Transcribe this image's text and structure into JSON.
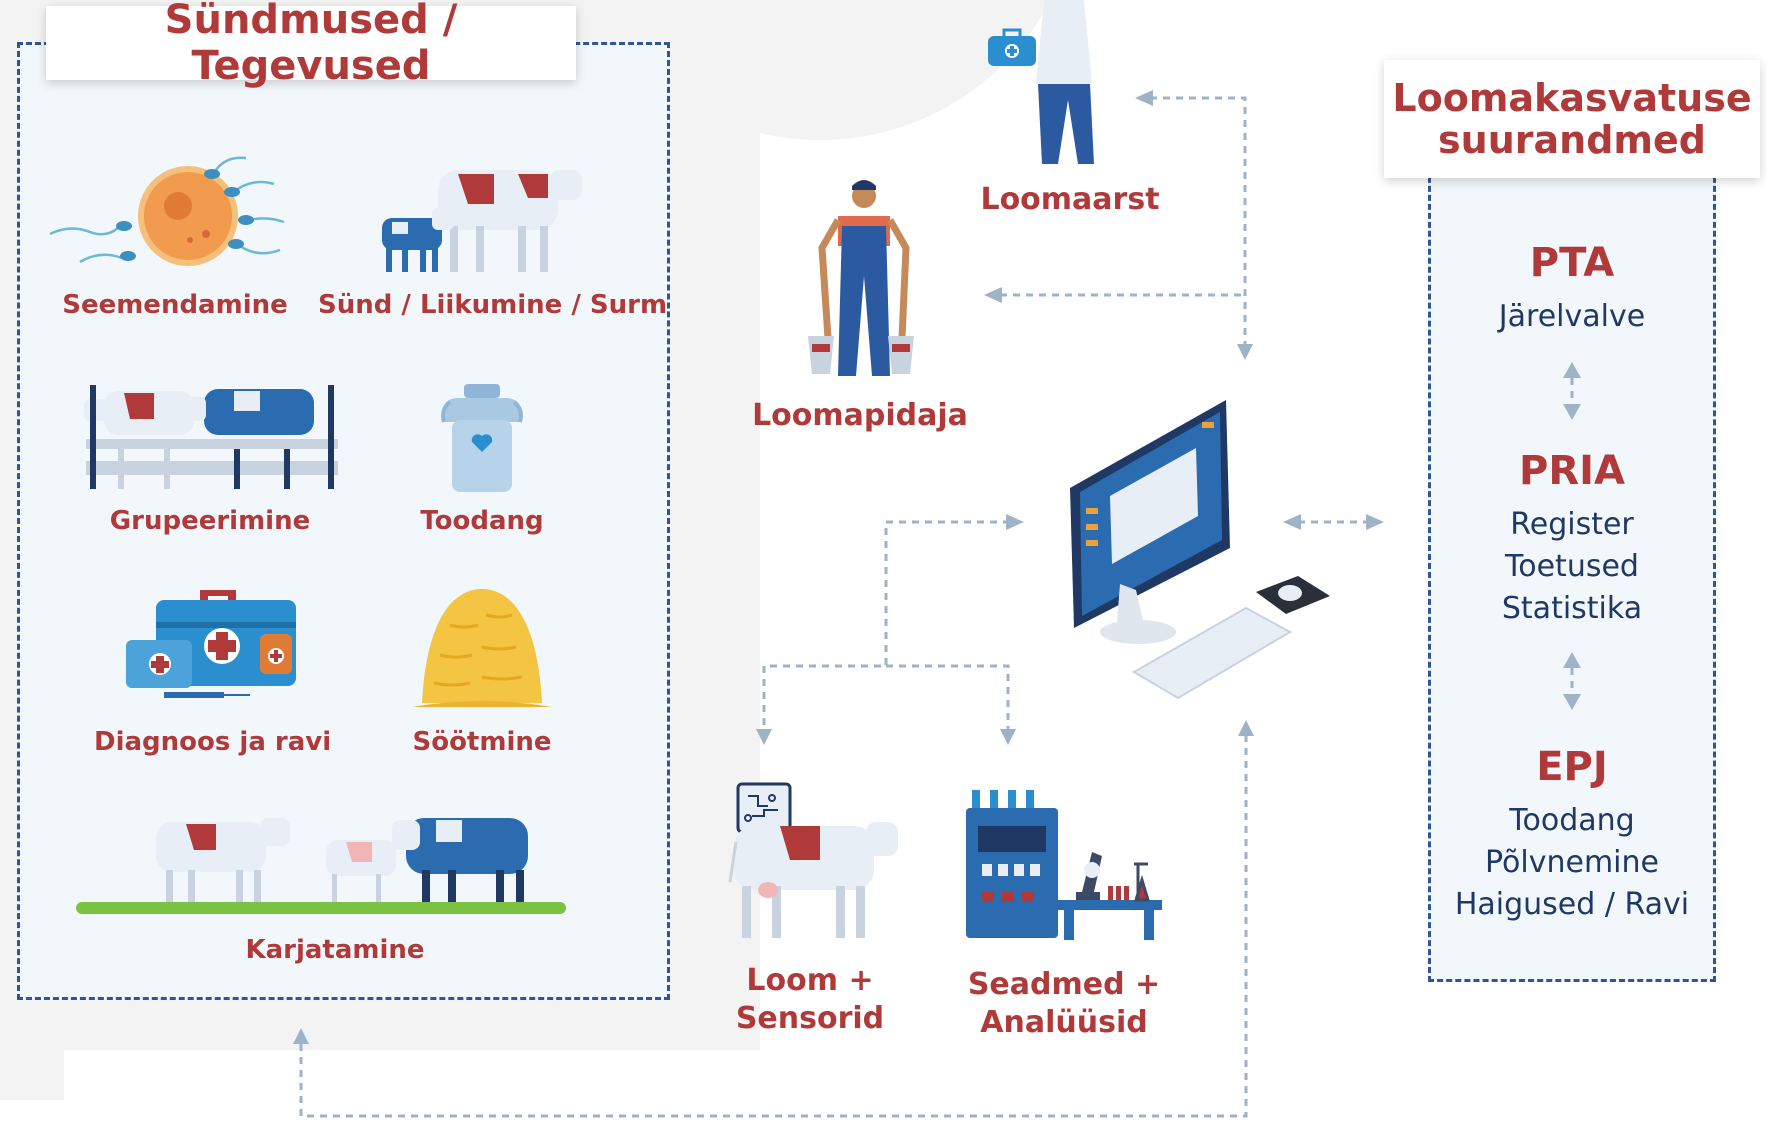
{
  "left_panel": {
    "title": "Sündmused / Tegevused",
    "items": [
      {
        "label": "Seemendamine",
        "icon": "fertilization-icon"
      },
      {
        "label": "Sünd / Liikumine / Surm",
        "icon": "cow-calf-icon"
      },
      {
        "label": "Grupeerimine",
        "icon": "cow-pen-icon"
      },
      {
        "label": "Toodang",
        "icon": "milk-can-icon"
      },
      {
        "label": "Diagnoos ja ravi",
        "icon": "medical-kit-icon"
      },
      {
        "label": "Söötmine",
        "icon": "hay-pile-icon"
      },
      {
        "label": "Karjatamine",
        "icon": "grazing-cows-icon"
      }
    ]
  },
  "center": {
    "vet": {
      "label": "Loomaarst",
      "icon": "veterinarian-icon"
    },
    "farmer": {
      "label": "Loomapidaja",
      "icon": "farmer-icon"
    },
    "computer": {
      "icon": "computer-icon"
    },
    "animal_sensors": {
      "label_line1": "Loom +",
      "label_line2": "Sensorid",
      "icon": "cow-chip-icon"
    },
    "devices": {
      "label_line1": "Seadmed +",
      "label_line2": "Analüüsid",
      "icon": "lab-equipment-icon"
    }
  },
  "right_panel": {
    "title_line1": "Loomakasvatuse",
    "title_line2": "suurandmed",
    "groups": [
      {
        "head": "PTA",
        "lines": [
          "Järelvalve"
        ]
      },
      {
        "head": "PRIA",
        "lines": [
          "Register",
          "Toetused",
          "Statistika"
        ]
      },
      {
        "head": "EPJ",
        "lines": [
          "Toodang",
          "Põlvnemine",
          "Haigused / Ravi"
        ]
      }
    ]
  },
  "colors": {
    "accent_red": "#b03a3a",
    "navy": "#1f3864",
    "panel_border": "#2f5597",
    "panel_fill": "#f1f7fb",
    "arrow": "#9fb3c8",
    "cow_blue": "#2b6cb0",
    "cow_red": "#b03a3a"
  }
}
